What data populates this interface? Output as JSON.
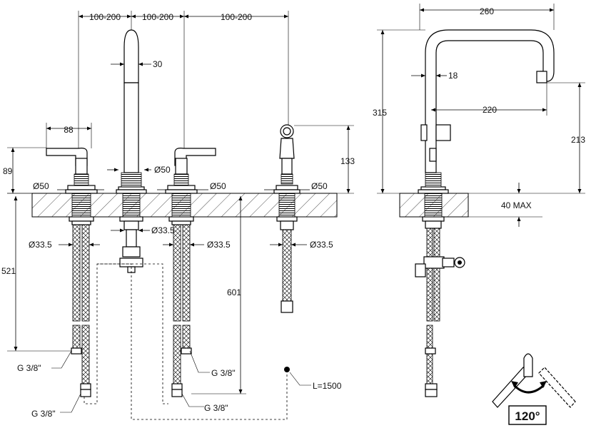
{
  "dimensions": {
    "spacing_left": "100-200",
    "spacing_mid": "100-200",
    "spacing_right": "100-200",
    "spout_dia": "30",
    "handle_width": "88",
    "handle_height": "89",
    "base_dia_left": "Ø50",
    "base_dia_spout": "Ø50",
    "base_dia_right": "Ø50",
    "base_dia_spray": "Ø50",
    "shank_left": "Ø33.5",
    "shank_spout": "Ø33.5",
    "shank_right": "Ø33.5",
    "shank_spray": "Ø33.5",
    "hose_length_521": "521",
    "hose_length_601": "601",
    "spray_height": "133",
    "thread_1": "G 3/8\"",
    "thread_2": "G 3/8\"",
    "thread_3": "G 3/8\"",
    "thread_4": "G 3/8\"",
    "spray_hose": "L=1500",
    "side_width": "260",
    "side_offset": "18",
    "side_height": "315",
    "side_reach": "220",
    "side_spout_height": "213",
    "deck_max": "40 MAX"
  },
  "rotation_badge": "120°",
  "colors": {
    "line": "#000000",
    "hatch": "#000000",
    "background": "#ffffff"
  }
}
